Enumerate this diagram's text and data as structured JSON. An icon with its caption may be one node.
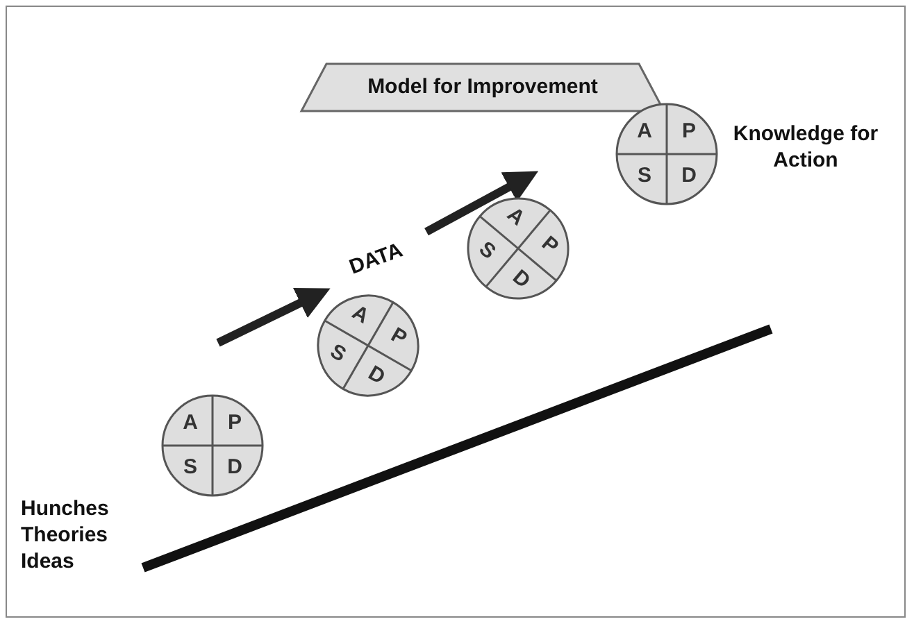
{
  "diagram": {
    "nodes": [
      {
        "text": [
          "Model for Improvement"
        ]
      },
      {
        "text": [
          "A",
          "P",
          "S",
          "D"
        ]
      },
      {
        "text": [
          "A",
          "P",
          "S",
          "D"
        ]
      },
      {
        "text": [
          "A",
          "P",
          "S",
          "D"
        ]
      },
      {
        "text": [
          "A",
          "P",
          "S",
          "D"
        ]
      }
    ],
    "edges": [],
    "labels": [
      "DATA",
      "Knowledge for Action",
      "Hunches Theories Ideas"
    ]
  }
}
